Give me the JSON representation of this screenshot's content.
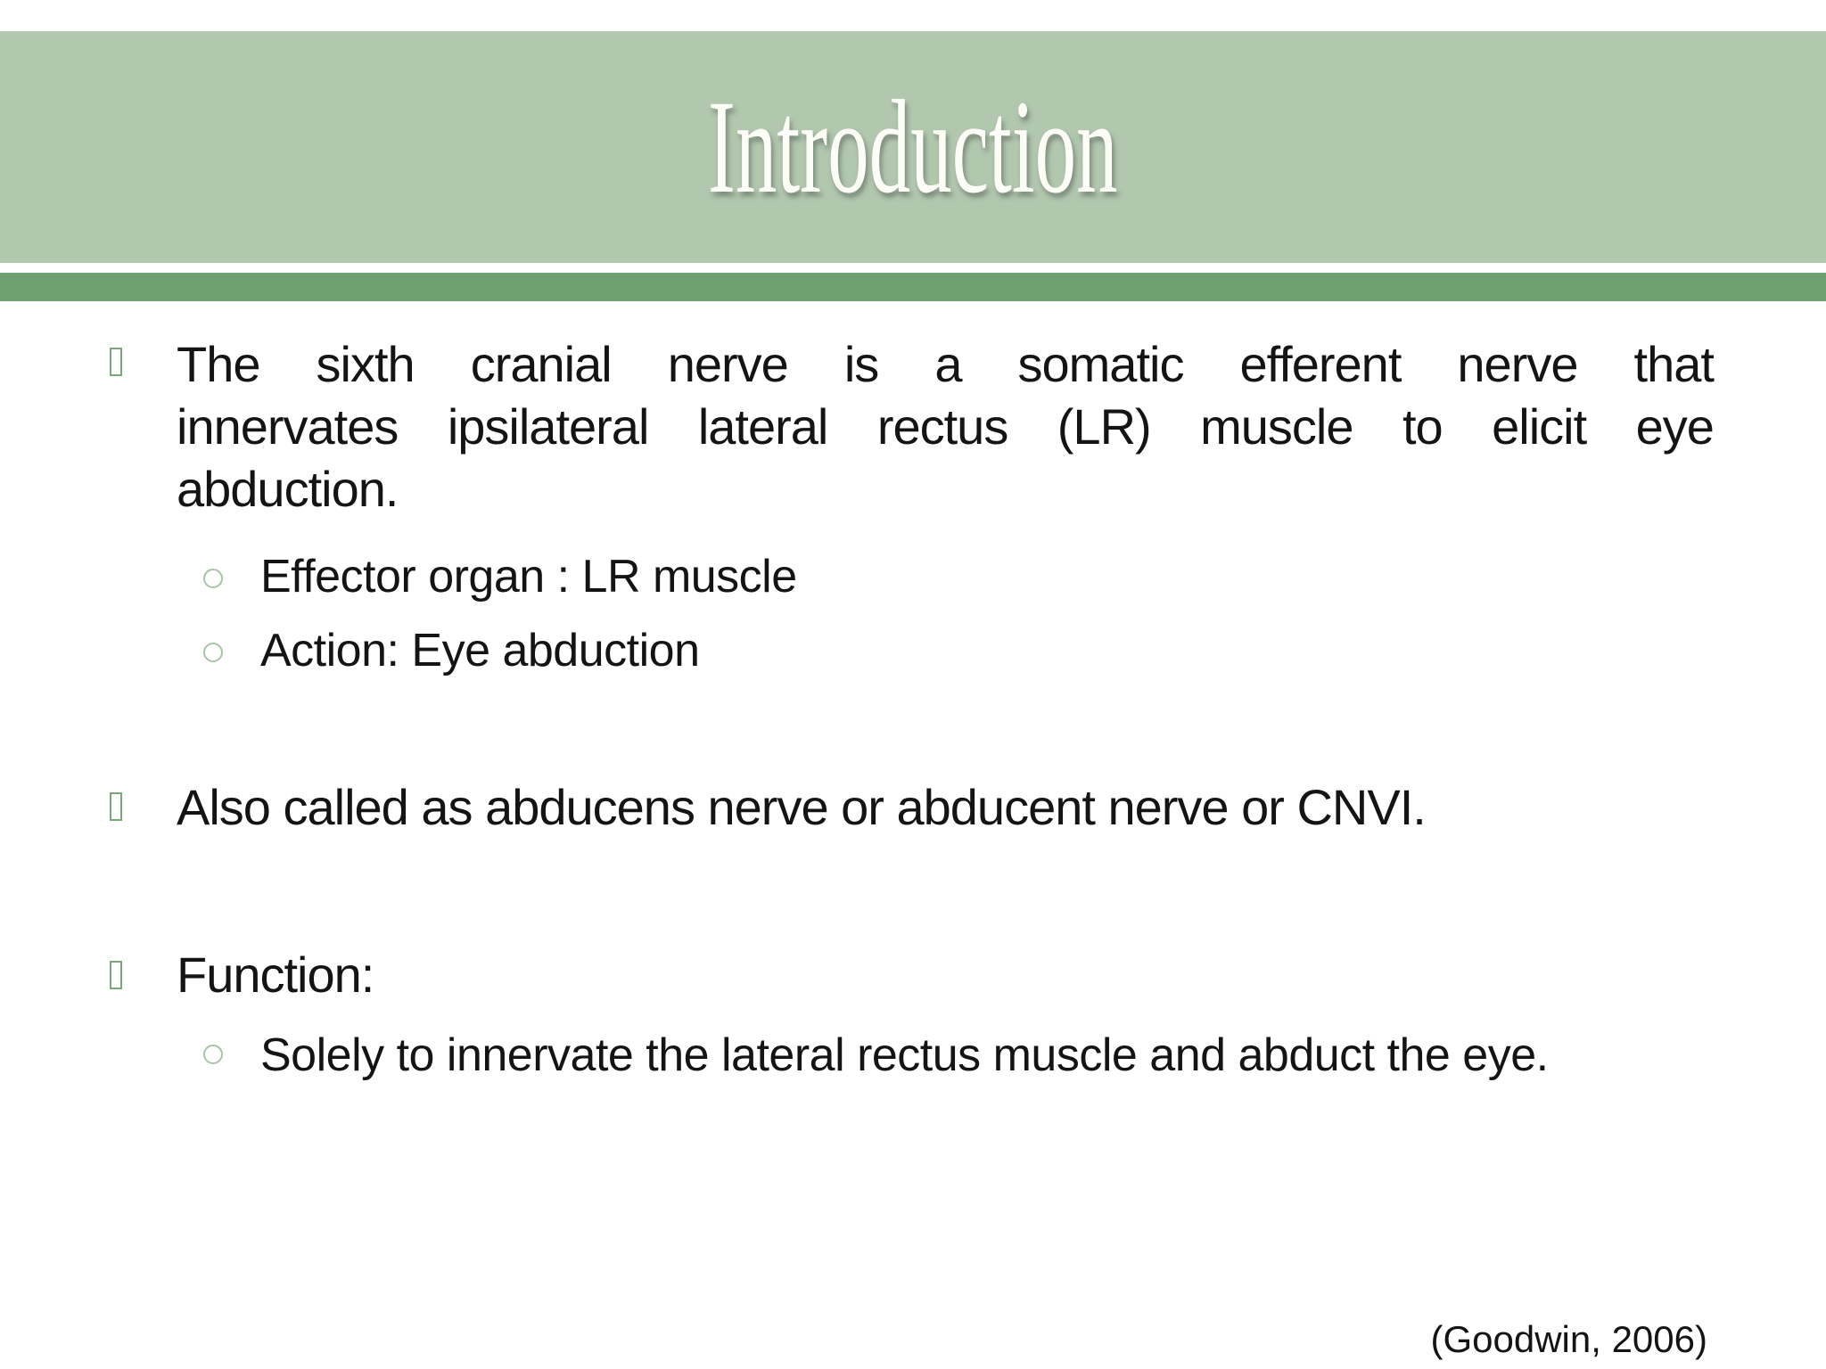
{
  "theme": {
    "banner_bg": "#b1c7ae",
    "stripe_bg": "#6fa06f",
    "box_border": "#79a878",
    "circle_border": "#a9c3a7",
    "title_color": "#fdfdf8",
    "text_color": "#141414"
  },
  "header": {
    "title": "Introduction"
  },
  "content": {
    "p1_line1": "The sixth cranial nerve is a somatic efferent nerve that",
    "p1_line2": "innervates ipsilateral lateral rectus (LR) muscle to elicit eye",
    "p1_line3": "abduction.",
    "sub1": "Effector organ : LR muscle",
    "sub2": "Action: Eye abduction",
    "p2": "Also called as abducens nerve or abducent nerve or CNVI.",
    "p3": "Function:",
    "sub3": "Solely to innervate the lateral rectus muscle and abduct the eye.",
    "citation": "(Goodwin, 2006)"
  },
  "icons": {
    "level1_bullet": "missing-glyph-box",
    "level2_bullet": "hollow-circle"
  }
}
